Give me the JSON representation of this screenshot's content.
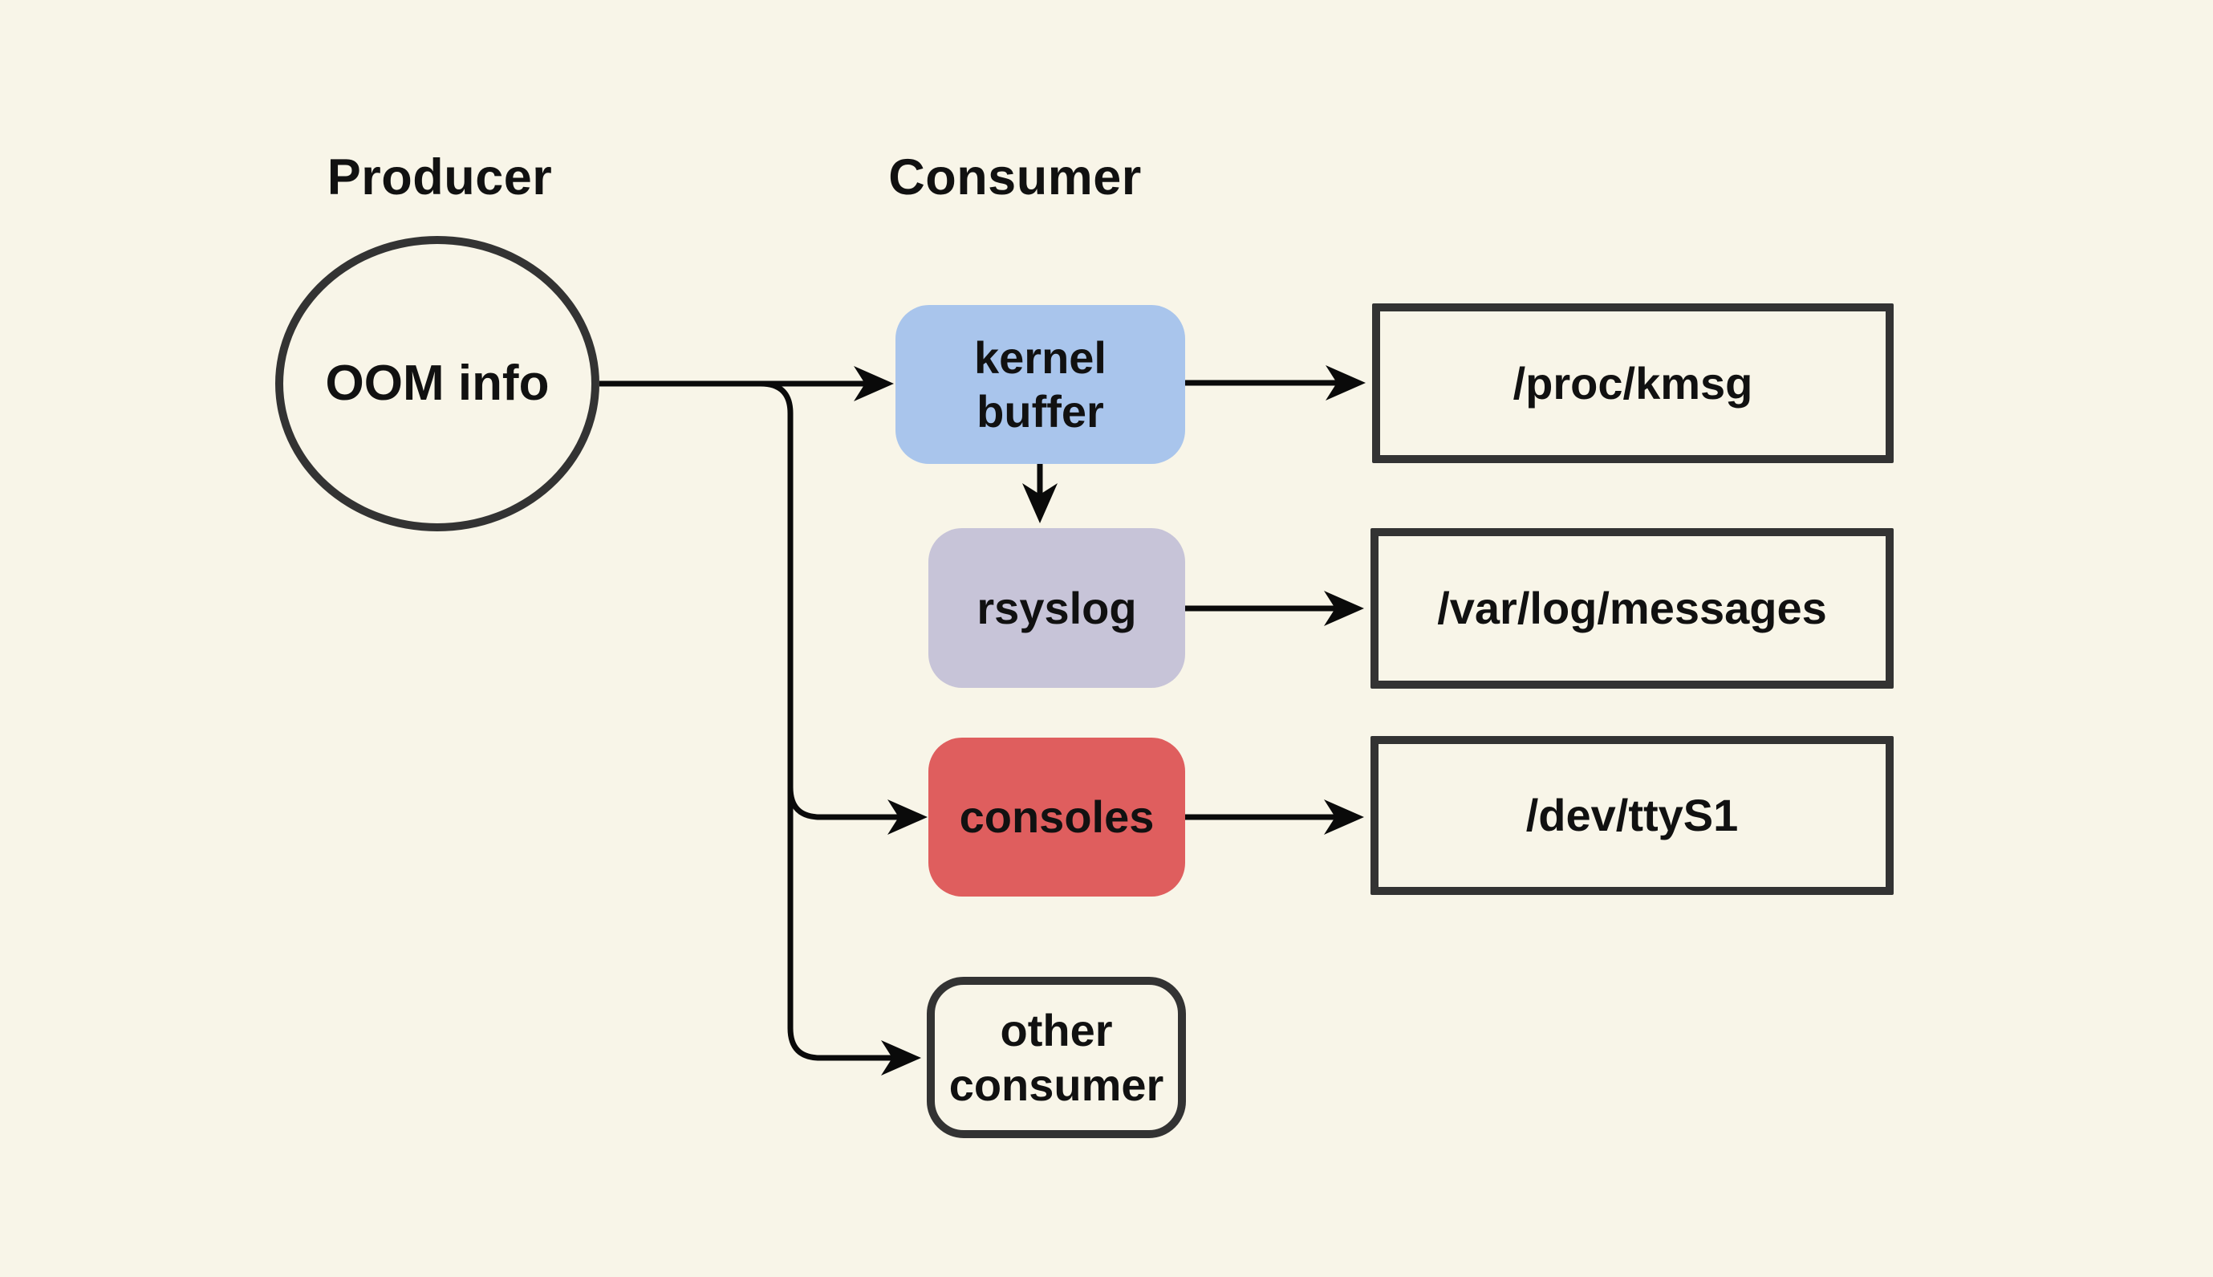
{
  "diagram": {
    "headings": {
      "producer": "Producer",
      "consumer": "Consumer"
    },
    "nodes": {
      "oom_info": {
        "label": "OOM info",
        "shape": "ellipse",
        "fill": "transparent"
      },
      "kernel_buffer": {
        "label": "kernel buffer",
        "shape": "rounded-rect",
        "fill": "#A9C5EC"
      },
      "rsyslog": {
        "label": "rsyslog",
        "shape": "rounded-rect",
        "fill": "#C7C4D8"
      },
      "consoles": {
        "label": "consoles",
        "shape": "rounded-rect",
        "fill": "#DF5E5E"
      },
      "other_consumer": {
        "label": "other consumer",
        "shape": "rounded-rect-outlined",
        "fill": "transparent"
      },
      "proc_kmsg": {
        "label": "/proc/kmsg",
        "shape": "rect-outlined",
        "fill": "transparent"
      },
      "var_log_messages": {
        "label": "/var/log/messages",
        "shape": "rect-outlined",
        "fill": "transparent"
      },
      "dev_ttys1": {
        "label": "/dev/ttyS1",
        "shape": "rect-outlined",
        "fill": "transparent"
      }
    },
    "edges": [
      {
        "from": "oom_info",
        "to": "kernel_buffer"
      },
      {
        "from": "kernel_buffer",
        "to": "proc_kmsg"
      },
      {
        "from": "kernel_buffer",
        "to": "rsyslog"
      },
      {
        "from": "rsyslog",
        "to": "var_log_messages"
      },
      {
        "from": "oom_info",
        "to": "consoles"
      },
      {
        "from": "consoles",
        "to": "dev_ttys1"
      },
      {
        "from": "oom_info",
        "to": "other_consumer"
      }
    ],
    "colors": {
      "background": "#F8F5E8",
      "node_outline": "#333333",
      "edge_stroke": "#0A0A0A",
      "text": "#111111"
    }
  }
}
